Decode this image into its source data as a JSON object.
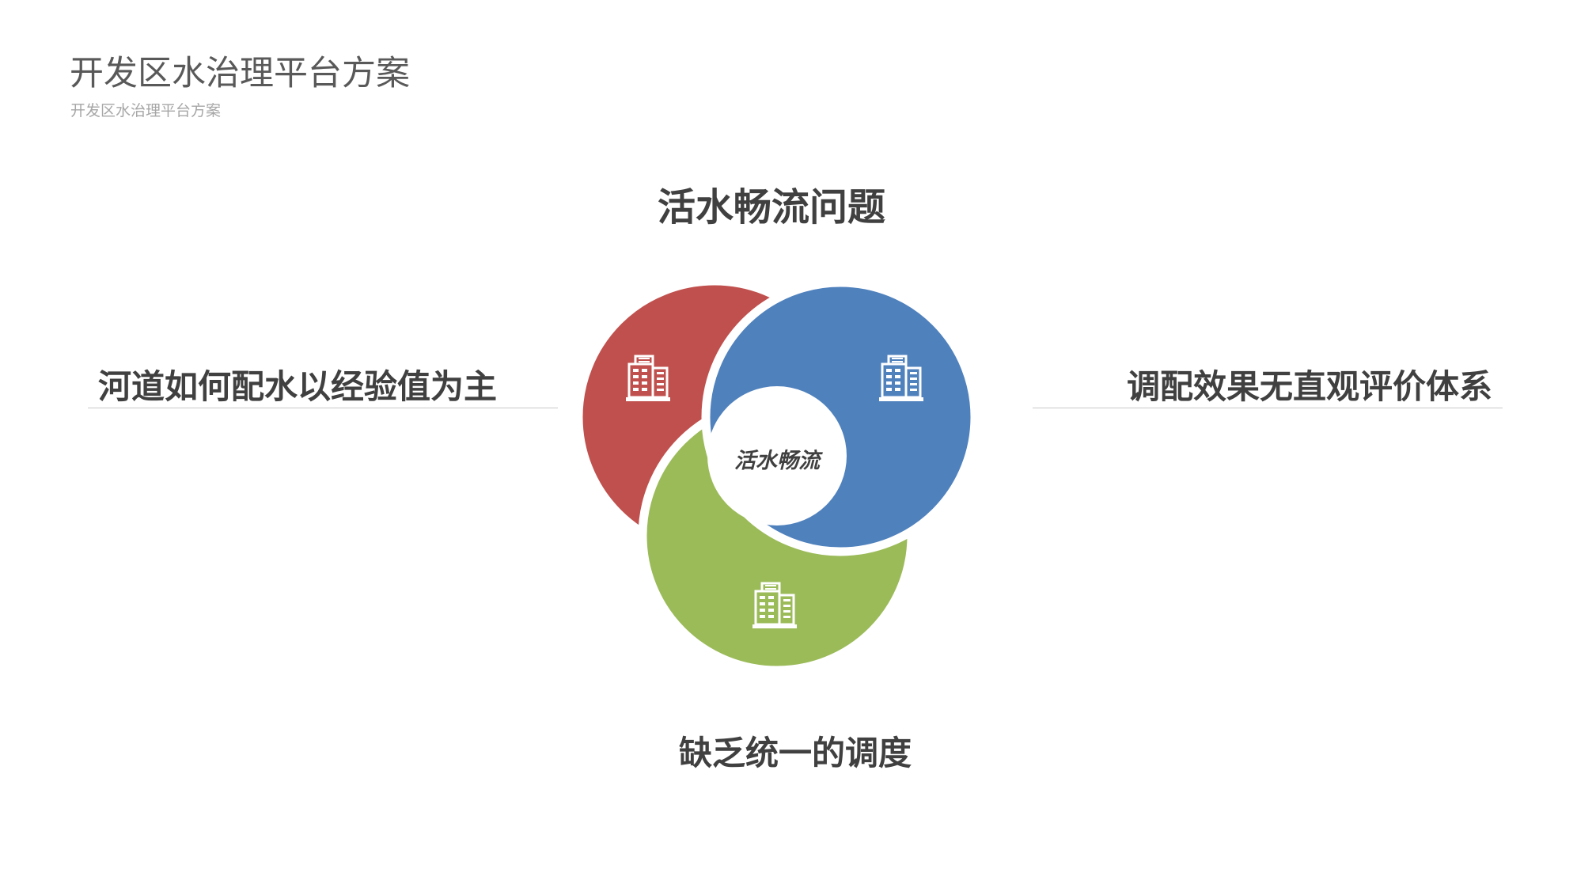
{
  "header": {
    "title": "开发区水治理平台方案",
    "subtitle": "开发区水治理平台方案"
  },
  "diagram": {
    "heading": "活水畅流问题",
    "center_label": "活水畅流",
    "left_label": "河道如何配水以经验值为主",
    "right_label": "调配效果无直观评价体系",
    "bottom_label": "缺乏统一的调度",
    "colors": {
      "red": "#c0504d",
      "blue": "#4f81bd",
      "green": "#9bbb59"
    },
    "icons": [
      "building-icon",
      "building-icon",
      "building-icon"
    ]
  }
}
